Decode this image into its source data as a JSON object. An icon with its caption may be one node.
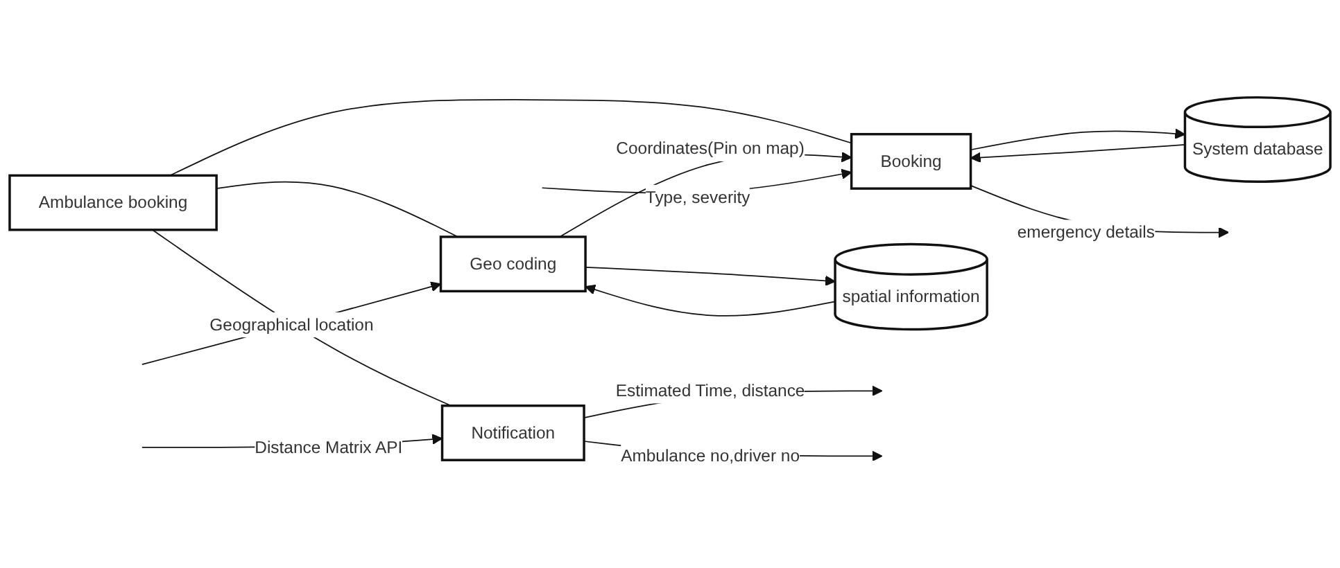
{
  "diagram": {
    "nodes": [
      {
        "text": [
          "Ambulance booking"
        ]
      },
      {
        "text": [
          "Geo coding"
        ]
      },
      {
        "text": [
          "Booking"
        ]
      },
      {
        "text": [
          "Notification"
        ]
      },
      {
        "text": [
          "spatial information"
        ]
      },
      {
        "text": [
          "System database"
        ]
      }
    ],
    "edges": [
      {
        "from": 0,
        "to": 1,
        "arrow": "none"
      },
      {
        "from": 0,
        "to": 2,
        "arrow": "none"
      },
      {
        "from": 0,
        "to": 3,
        "arrow": "none"
      },
      {
        "from": null,
        "to": 1,
        "arrow": "to",
        "label": "Geographical location"
      },
      {
        "from": 1,
        "to": 2,
        "arrow": "to",
        "label": "Coordinates(Pin on map)"
      },
      {
        "from": null,
        "to": 2,
        "arrow": "to",
        "label": "Type, severity"
      },
      {
        "from": 4,
        "to": 1,
        "arrow": "to"
      },
      {
        "from": 1,
        "to": 4,
        "arrow": "to"
      },
      {
        "from": 5,
        "to": 2,
        "arrow": "to"
      },
      {
        "from": 2,
        "to": 5,
        "arrow": "to"
      },
      {
        "from": 2,
        "to": null,
        "arrow": "to",
        "label": "emergency details"
      },
      {
        "from": null,
        "to": 3,
        "arrow": "to",
        "label": "Distance Matrix API"
      },
      {
        "from": 3,
        "to": null,
        "arrow": "to",
        "label": "Estimated Time, distance"
      },
      {
        "from": 3,
        "to": null,
        "arrow": "to",
        "label": "Ambulance no,driver no"
      }
    ]
  }
}
